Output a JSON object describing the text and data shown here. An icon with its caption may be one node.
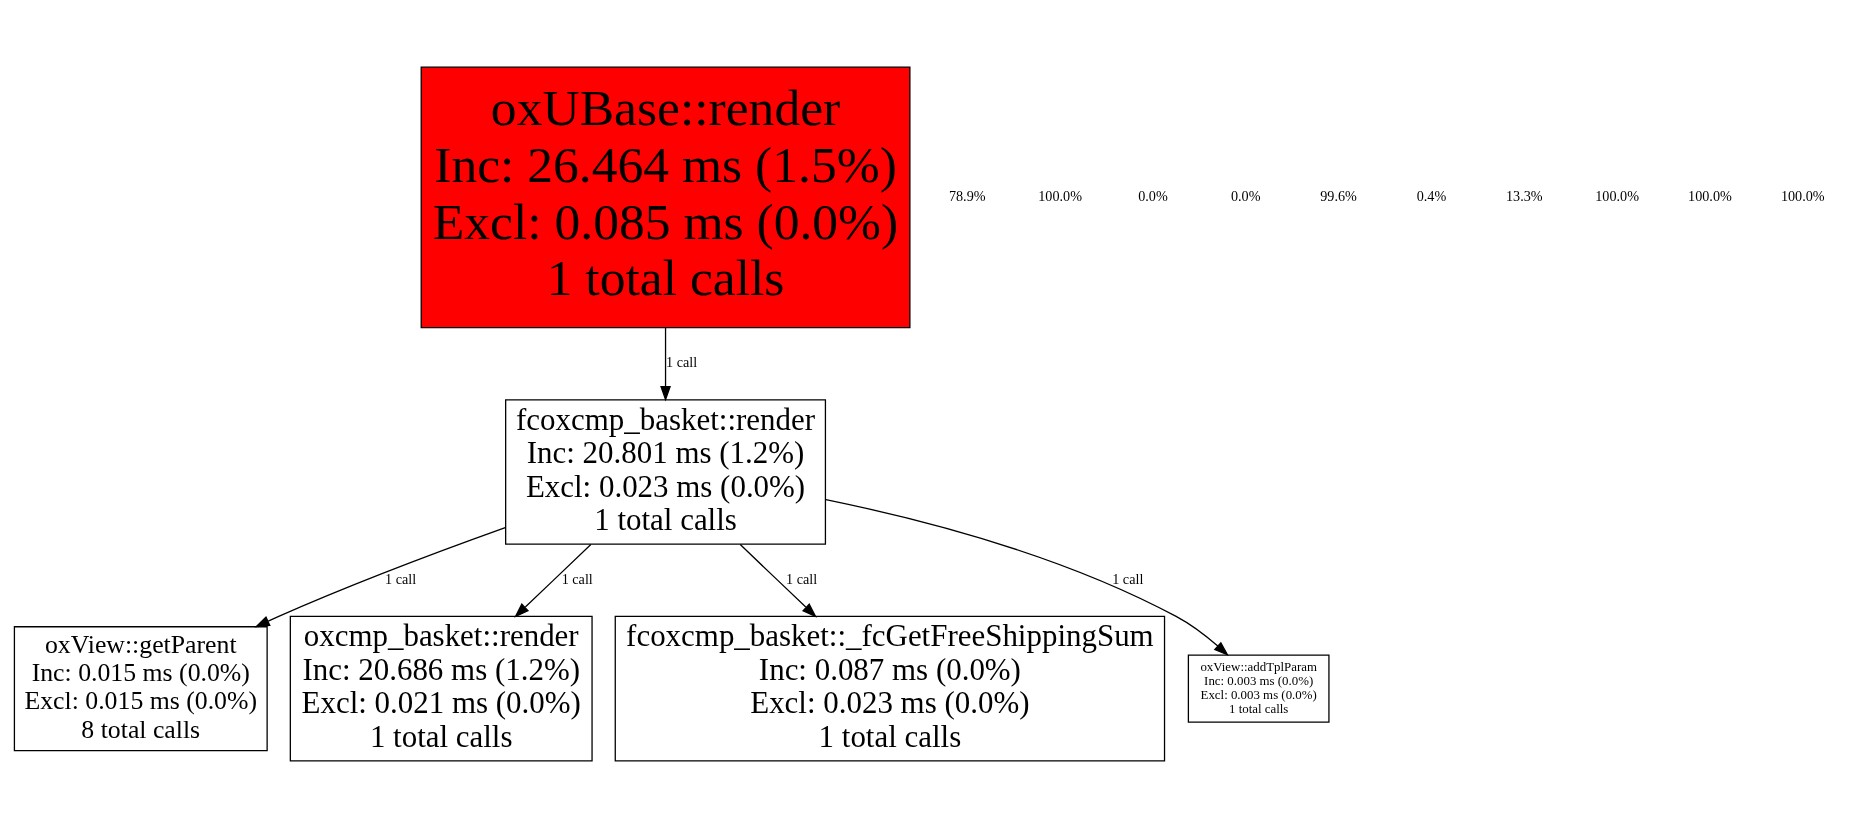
{
  "diagram": {
    "nodes": [
      {
        "text": [
          "oxUBase::render",
          "Inc: 26.464 ms (1.5%)",
          "Excl: 0.085 ms (0.0%)",
          "1 total calls"
        ]
      },
      {
        "text": [
          "fcoxcmp_basket::render",
          "Inc: 20.801 ms (1.2%)",
          "Excl: 0.023 ms (0.0%)",
          "1 total calls"
        ]
      },
      {
        "text": [
          "oxView::getParent",
          "Inc: 0.015 ms (0.0%)",
          "Excl: 0.015 ms (0.0%)",
          "8 total calls"
        ]
      },
      {
        "text": [
          "oxcmp_basket::render",
          "Inc: 20.686 ms (1.2%)",
          "Excl: 0.021 ms (0.0%)",
          "1 total calls"
        ]
      },
      {
        "text": [
          "fcoxcmp_basket::_fcGetFreeShippingSum",
          "Inc: 0.087 ms (0.0%)",
          "Excl: 0.023 ms (0.0%)",
          "1 total calls"
        ]
      },
      {
        "text": [
          "oxView::addTplParam",
          "Inc: 0.003 ms (0.0%)",
          "Excl: 0.003 ms (0.0%)",
          "1 total calls"
        ]
      }
    ],
    "edges": [
      {
        "from": 0,
        "to": 1,
        "arrow": "to",
        "label": "1 call"
      },
      {
        "from": 1,
        "to": 2,
        "arrow": "to",
        "label": "1 call"
      },
      {
        "from": 1,
        "to": 3,
        "arrow": "to",
        "label": "1 call"
      },
      {
        "from": 1,
        "to": 4,
        "arrow": "to",
        "label": "1 call"
      },
      {
        "from": 1,
        "to": 5,
        "arrow": "to",
        "label": "1 call"
      }
    ],
    "labels": [
      "78.9%",
      "100.0%",
      "0.0%",
      "0.0%",
      "99.6%",
      "0.4%",
      "13.3%",
      "100.0%",
      "100.0%",
      "100.0%"
    ]
  }
}
